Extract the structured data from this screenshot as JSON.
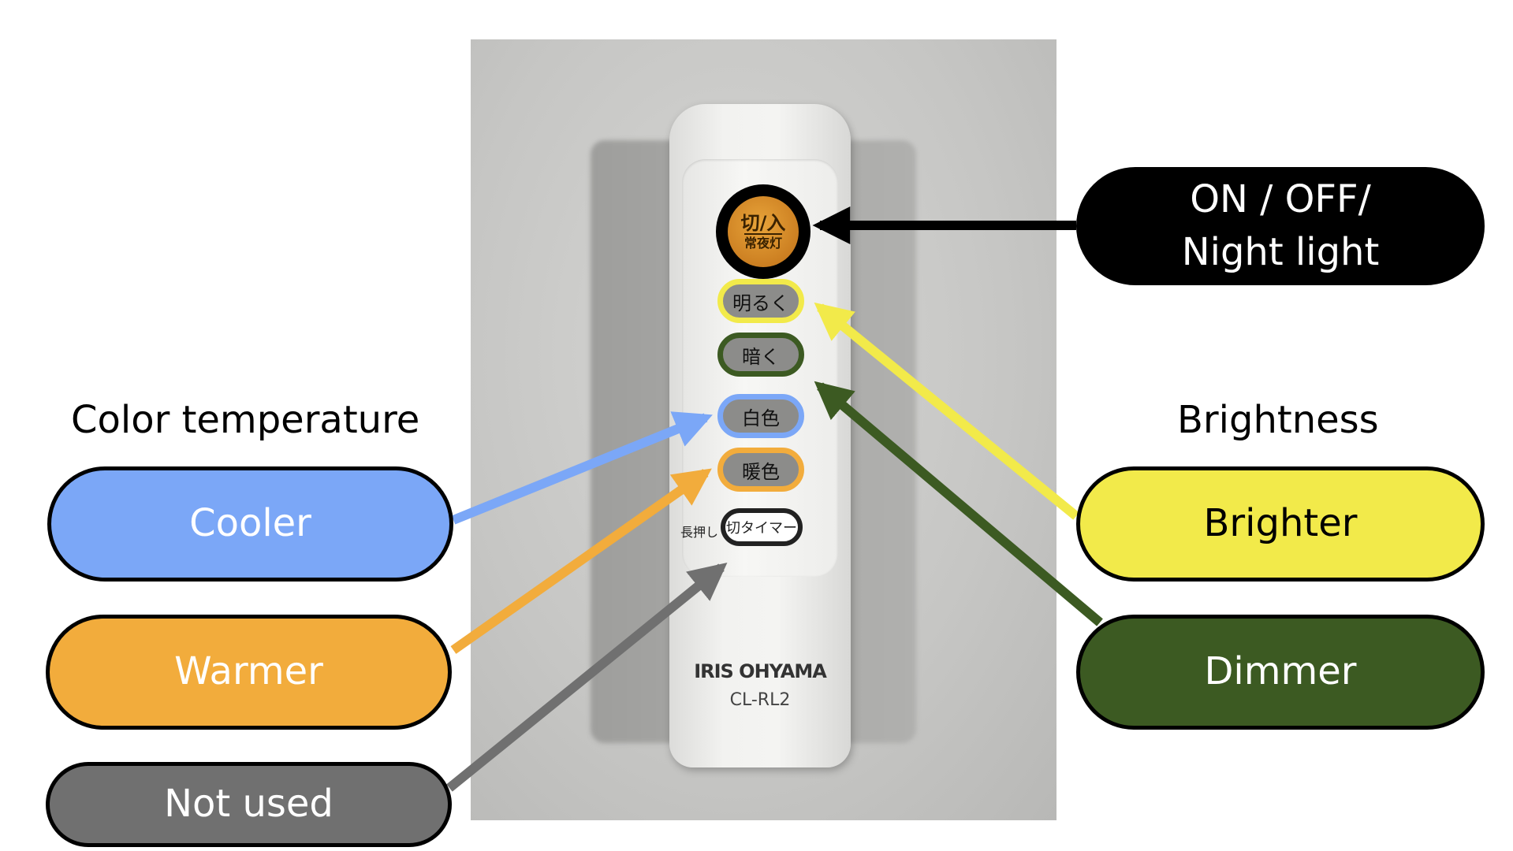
{
  "headings": {
    "color_temperature": "Color temperature",
    "brightness": "Brightness"
  },
  "labels": {
    "cooler": "Cooler",
    "warmer": "Warmer",
    "not_used": "Not used",
    "power_line1": "ON / OFF/",
    "power_line2": "Night light",
    "brighter": "Brighter",
    "dimmer": "Dimmer"
  },
  "remote": {
    "power_top": "切/入",
    "power_bottom": "常夜灯",
    "bright_button": "明るく",
    "dim_button": "暗く",
    "white_button": "白色",
    "warm_button": "暖色",
    "timer_button": "切タイマー",
    "long_press_label": "長押し",
    "brand": "IRIS OHYAMA",
    "model": "CL-RL2"
  },
  "colors": {
    "cooler": "#7ba7f7",
    "warmer": "#f2ac3c",
    "not_used": "#707070",
    "power": "#000000",
    "brighter": "#f2ea4a",
    "dimmer": "#3c5a22"
  }
}
